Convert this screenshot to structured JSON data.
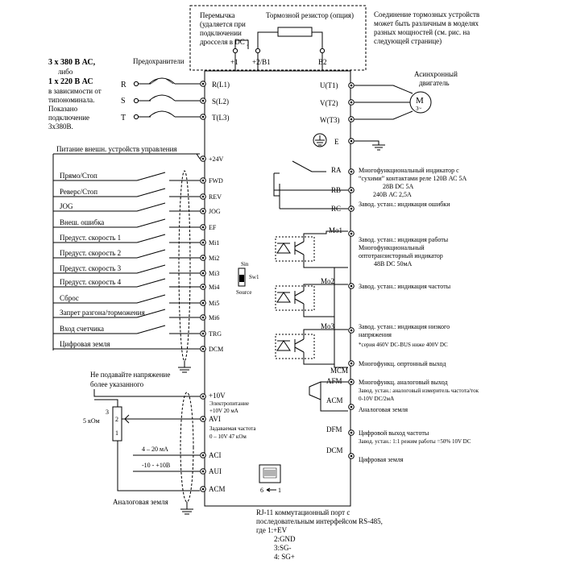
{
  "top_box": {
    "jumper": [
      "Перемычка",
      "(удаляется при",
      "подключении",
      "дросселя в DC )"
    ],
    "brake_resistor": "Тормозной резистор (опция)",
    "note": [
      "Соединение тормозных устройств",
      "может быть различным в моделях",
      "разных мощностей (см. рис. на",
      "следующей странице)"
    ],
    "terminals": [
      "+1",
      "+2/B1",
      "B2"
    ]
  },
  "supply": {
    "lines": [
      "3 х 380 В АС,",
      "либо",
      "1 х 220 В АС",
      "в зависимости от",
      "типономинала.",
      "Показано",
      "подключение",
      "3х380В."
    ],
    "fuses_label": "Предохранители",
    "phases": [
      "R",
      "S",
      "T"
    ],
    "terminals": [
      "R(L1)",
      "S(L2)",
      "T(L3)"
    ]
  },
  "motor": {
    "label": "Асинхронный двигатель",
    "symbol": "M",
    "symbol_sub": "3~",
    "terminals": [
      "U(T1)",
      "V(T2)",
      "W(T3)",
      "E"
    ]
  },
  "control_power": {
    "label": "Питание внешн. устройств управления",
    "terminal": "+24V"
  },
  "digital_inputs": [
    {
      "label": "Прямо/Стоп",
      "terminal": "FWD"
    },
    {
      "label": "Реверс/Стоп",
      "terminal": "REV"
    },
    {
      "label": "JOG",
      "terminal": "JOG"
    },
    {
      "label": "Внеш. ошибка",
      "terminal": "EF"
    },
    {
      "label": "Предуст. скорость 1",
      "terminal": "Mi1"
    },
    {
      "label": "Предуст. скорость 2",
      "terminal": "Mi2"
    },
    {
      "label": "Предуст. скорость 3",
      "terminal": "Mi3"
    },
    {
      "label": "Предуст. скорость 4",
      "terminal": "Mi4"
    },
    {
      "label": "Сброс",
      "terminal": "Mi5"
    },
    {
      "label": "Запрет разгона/торможения",
      "terminal": "Mi6"
    },
    {
      "label": "Вход счетчика",
      "terminal": "TRG"
    },
    {
      "label": "Цифровая земля",
      "terminal": "DCM"
    }
  ],
  "switch": {
    "top": "Sin",
    "name": "Sw1",
    "bottom": "Source"
  },
  "relay": {
    "terminals": [
      "RA",
      "RB",
      "RC"
    ],
    "desc": [
      "Многофункциональный индикатор с",
      "“сухими” контактами реле 120В АС 5А",
      "28В DC 5А",
      "240В АС 2,5А",
      "Завод. устан.: индикация ошибки"
    ]
  },
  "optos": {
    "terminals": [
      "Mo1",
      "Mo2",
      "Mo3",
      "MCM"
    ],
    "mo1_desc": [
      "Завод. устан.: индикация работы",
      "Многофункциональный",
      "оптотранзисторный индикатор",
      "48В DC   50мА"
    ],
    "mo2_desc": "Завод. устан.: индикация частоты",
    "mo3_desc": [
      "Завод. устан.: индикация низкого",
      "напряжения",
      "*серия 460V DC-BUS ниже 400V DC"
    ],
    "mcm_desc": "Многофункц. опртонный выход"
  },
  "analog_out": {
    "terminals": [
      "AFM",
      "ACM"
    ],
    "desc": [
      "Многофункц. аналоговый выход",
      "Завод. устан.: аналоговый измеритель частота/ток",
      "0-10V DC/2мА",
      "Аналоговая земля"
    ]
  },
  "digital_out": {
    "terminals": [
      "DFM",
      "DCM"
    ],
    "desc": [
      "Цифровой выход частоты",
      "Завод. устан.: 1:1 режим работы =50% 10V DC",
      "Цифровая земля"
    ]
  },
  "analog_in": {
    "warning": [
      "Не подавайте напряжение",
      "более указанного"
    ],
    "pot": "5 кОм",
    "pot_pins": [
      "3",
      "2",
      "1"
    ],
    "terminals": [
      "+10V",
      "AVI",
      "ACI",
      "AUI",
      "ACM"
    ],
    "v10_desc": [
      "Электропитание",
      "+10V 20 мА"
    ],
    "avi_desc": [
      "Задаваемая частота",
      "0 – 10V  47 кОм"
    ],
    "aci_range": "4 – 20 мА",
    "aui_range": "-10 - +10В",
    "ground": "Аналоговая земля"
  },
  "rj11": {
    "pins_label": "6",
    "pins_label2": "1",
    "desc": [
      "RJ-11 коммутационный порт с",
      "последовательным интерфейсом RS-485,",
      "где 1:+EV",
      "2:GND",
      "3:SG-",
      "4: SG+"
    ]
  }
}
